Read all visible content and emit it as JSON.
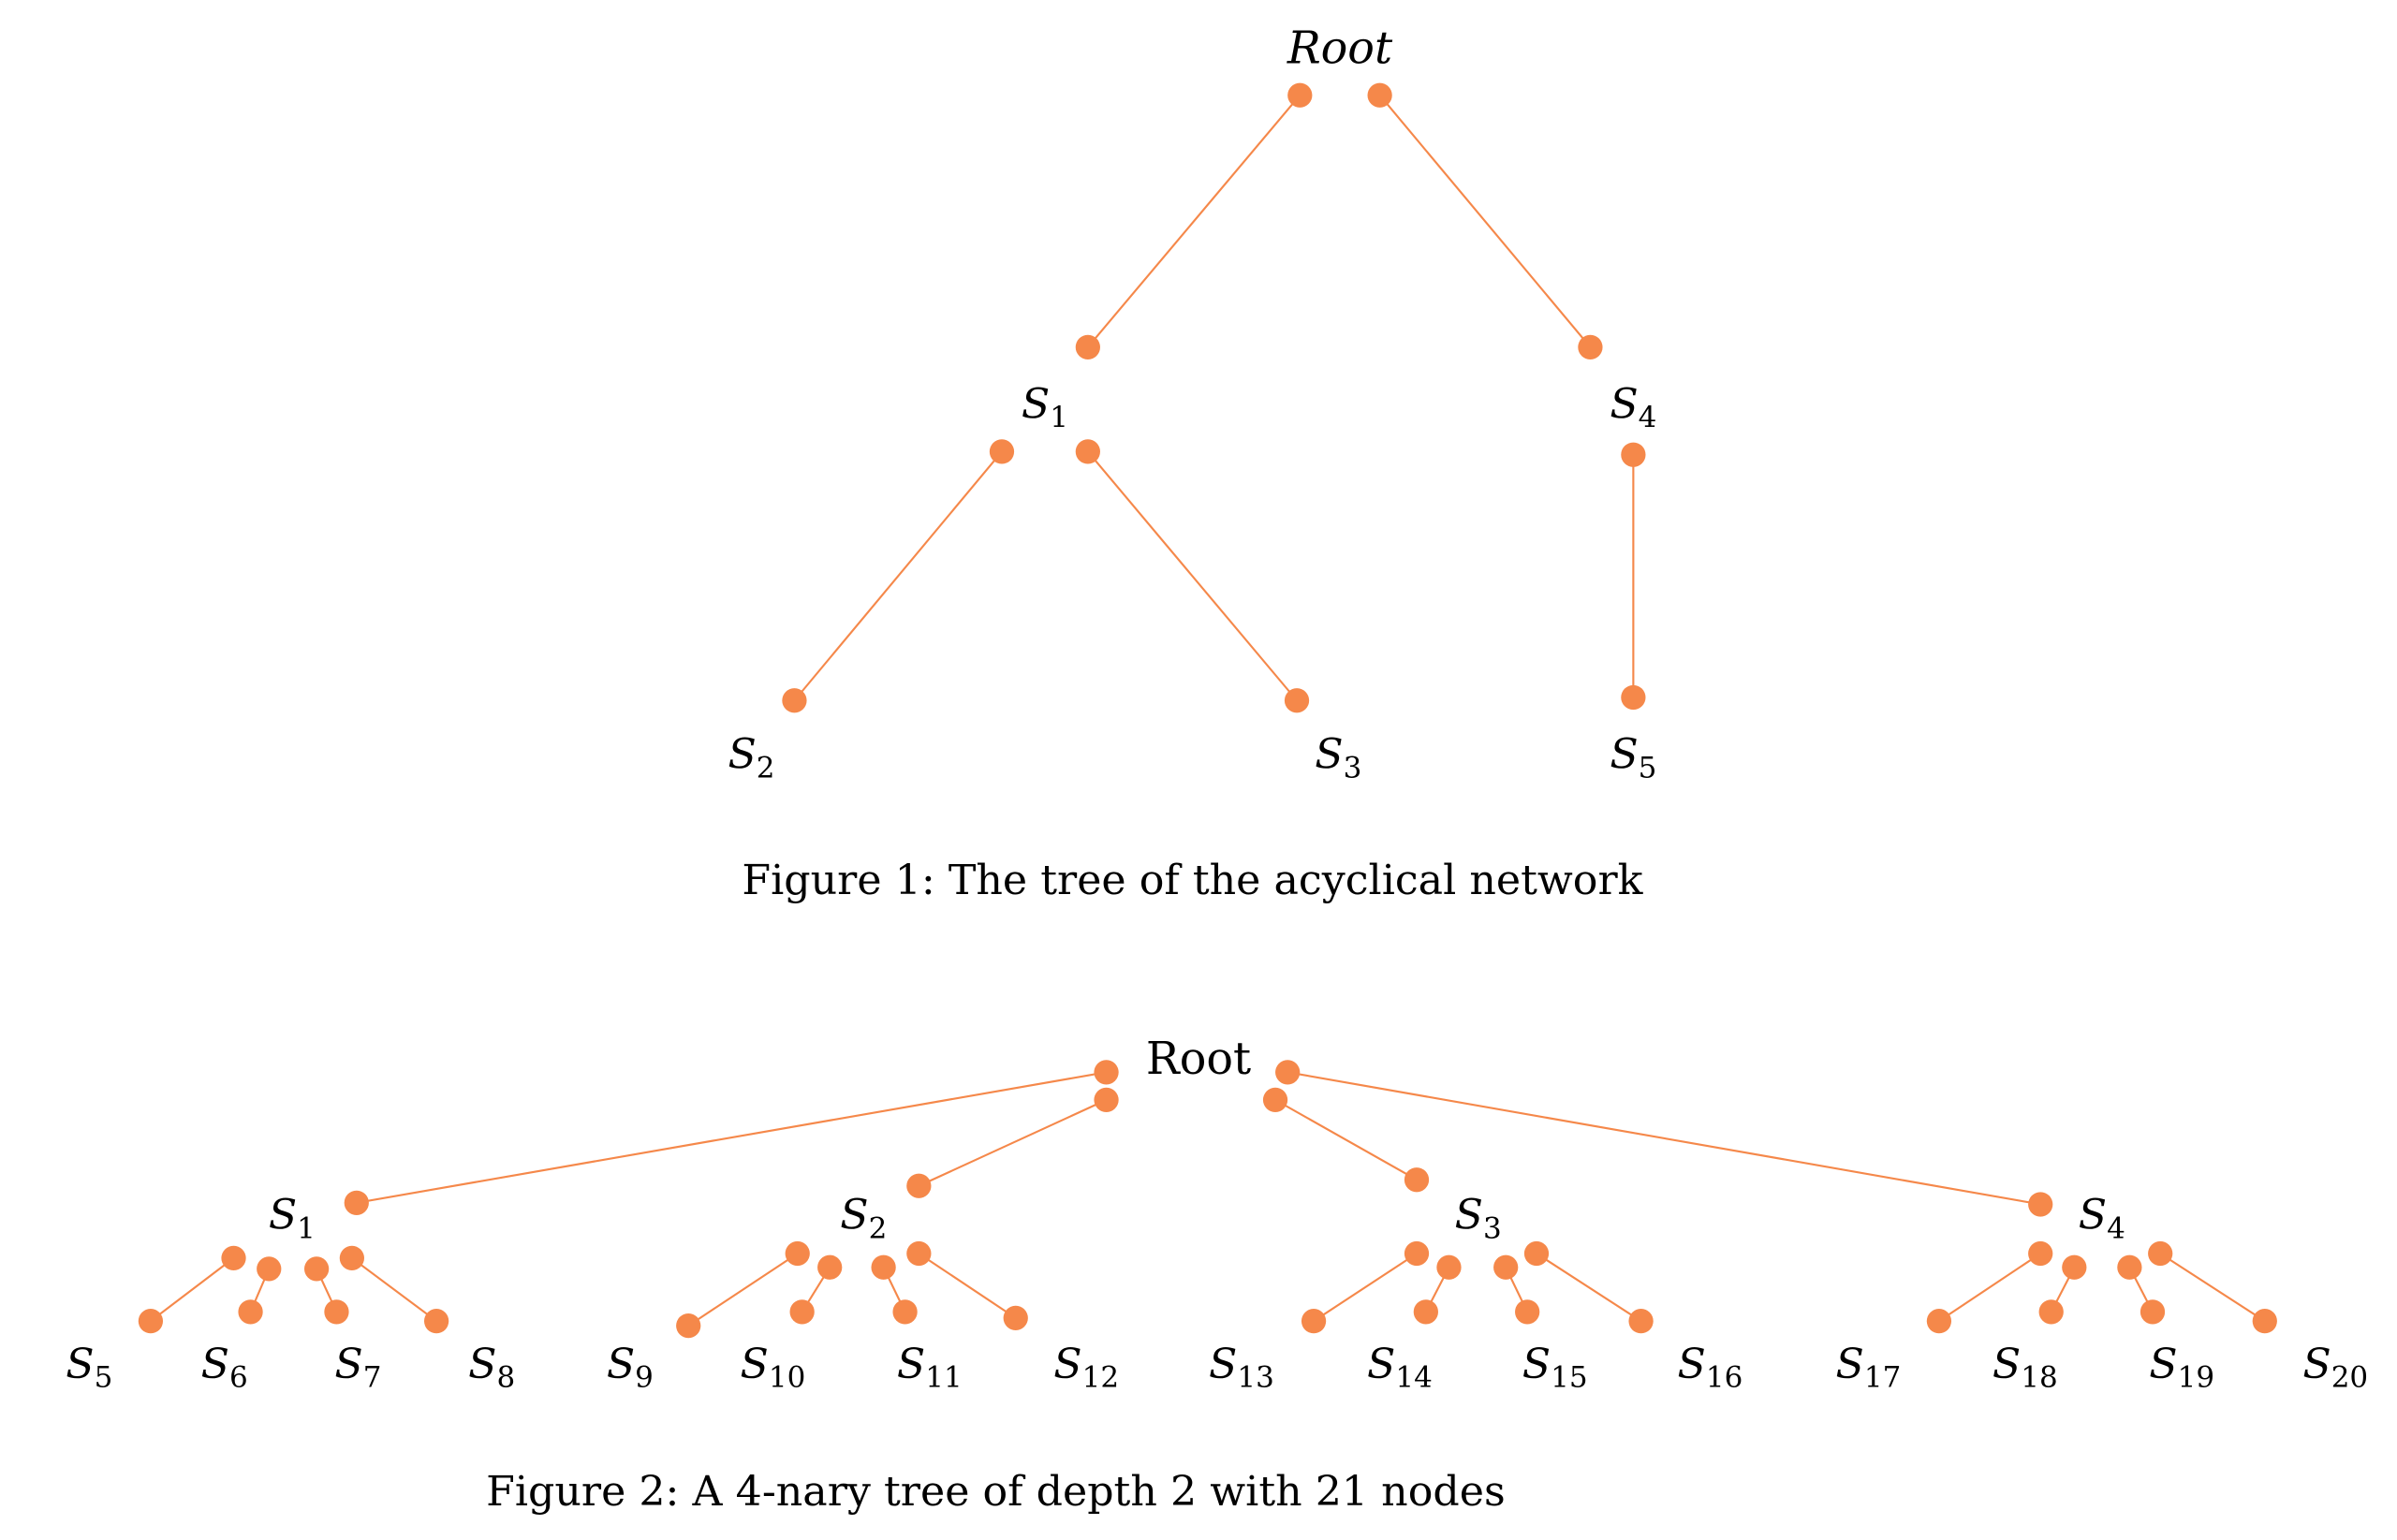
{
  "colors": {
    "node": "#F5884A",
    "edge": "#F5884A",
    "text": "#000000"
  },
  "figure1": {
    "root_label": "Root",
    "nodes": {
      "S1": {
        "base": "S",
        "sub": "1"
      },
      "S2": {
        "base": "S",
        "sub": "2"
      },
      "S3": {
        "base": "S",
        "sub": "3"
      },
      "S4": {
        "base": "S",
        "sub": "4"
      },
      "S5": {
        "base": "S",
        "sub": "5"
      }
    },
    "edges": [
      [
        "Root",
        "S1"
      ],
      [
        "Root",
        "S4"
      ],
      [
        "S1",
        "S2"
      ],
      [
        "S1",
        "S3"
      ],
      [
        "S4",
        "S5"
      ]
    ],
    "caption": "Figure 1: The tree of the acyclical network"
  },
  "figure2": {
    "root_label": "Root",
    "level1": [
      {
        "base": "S",
        "sub": "1"
      },
      {
        "base": "S",
        "sub": "2"
      },
      {
        "base": "S",
        "sub": "3"
      },
      {
        "base": "S",
        "sub": "4"
      }
    ],
    "level2": [
      {
        "base": "S",
        "sub": "5"
      },
      {
        "base": "S",
        "sub": "6"
      },
      {
        "base": "S",
        "sub": "7"
      },
      {
        "base": "S",
        "sub": "8"
      },
      {
        "base": "S",
        "sub": "9"
      },
      {
        "base": "S",
        "sub": "10"
      },
      {
        "base": "S",
        "sub": "11"
      },
      {
        "base": "S",
        "sub": "12"
      },
      {
        "base": "S",
        "sub": "13"
      },
      {
        "base": "S",
        "sub": "14"
      },
      {
        "base": "S",
        "sub": "15"
      },
      {
        "base": "S",
        "sub": "16"
      },
      {
        "base": "S",
        "sub": "17"
      },
      {
        "base": "S",
        "sub": "18"
      },
      {
        "base": "S",
        "sub": "19"
      },
      {
        "base": "S",
        "sub": "20"
      }
    ],
    "caption": "Figure 2: A 4-nary tree of depth 2 with 21 nodes"
  }
}
